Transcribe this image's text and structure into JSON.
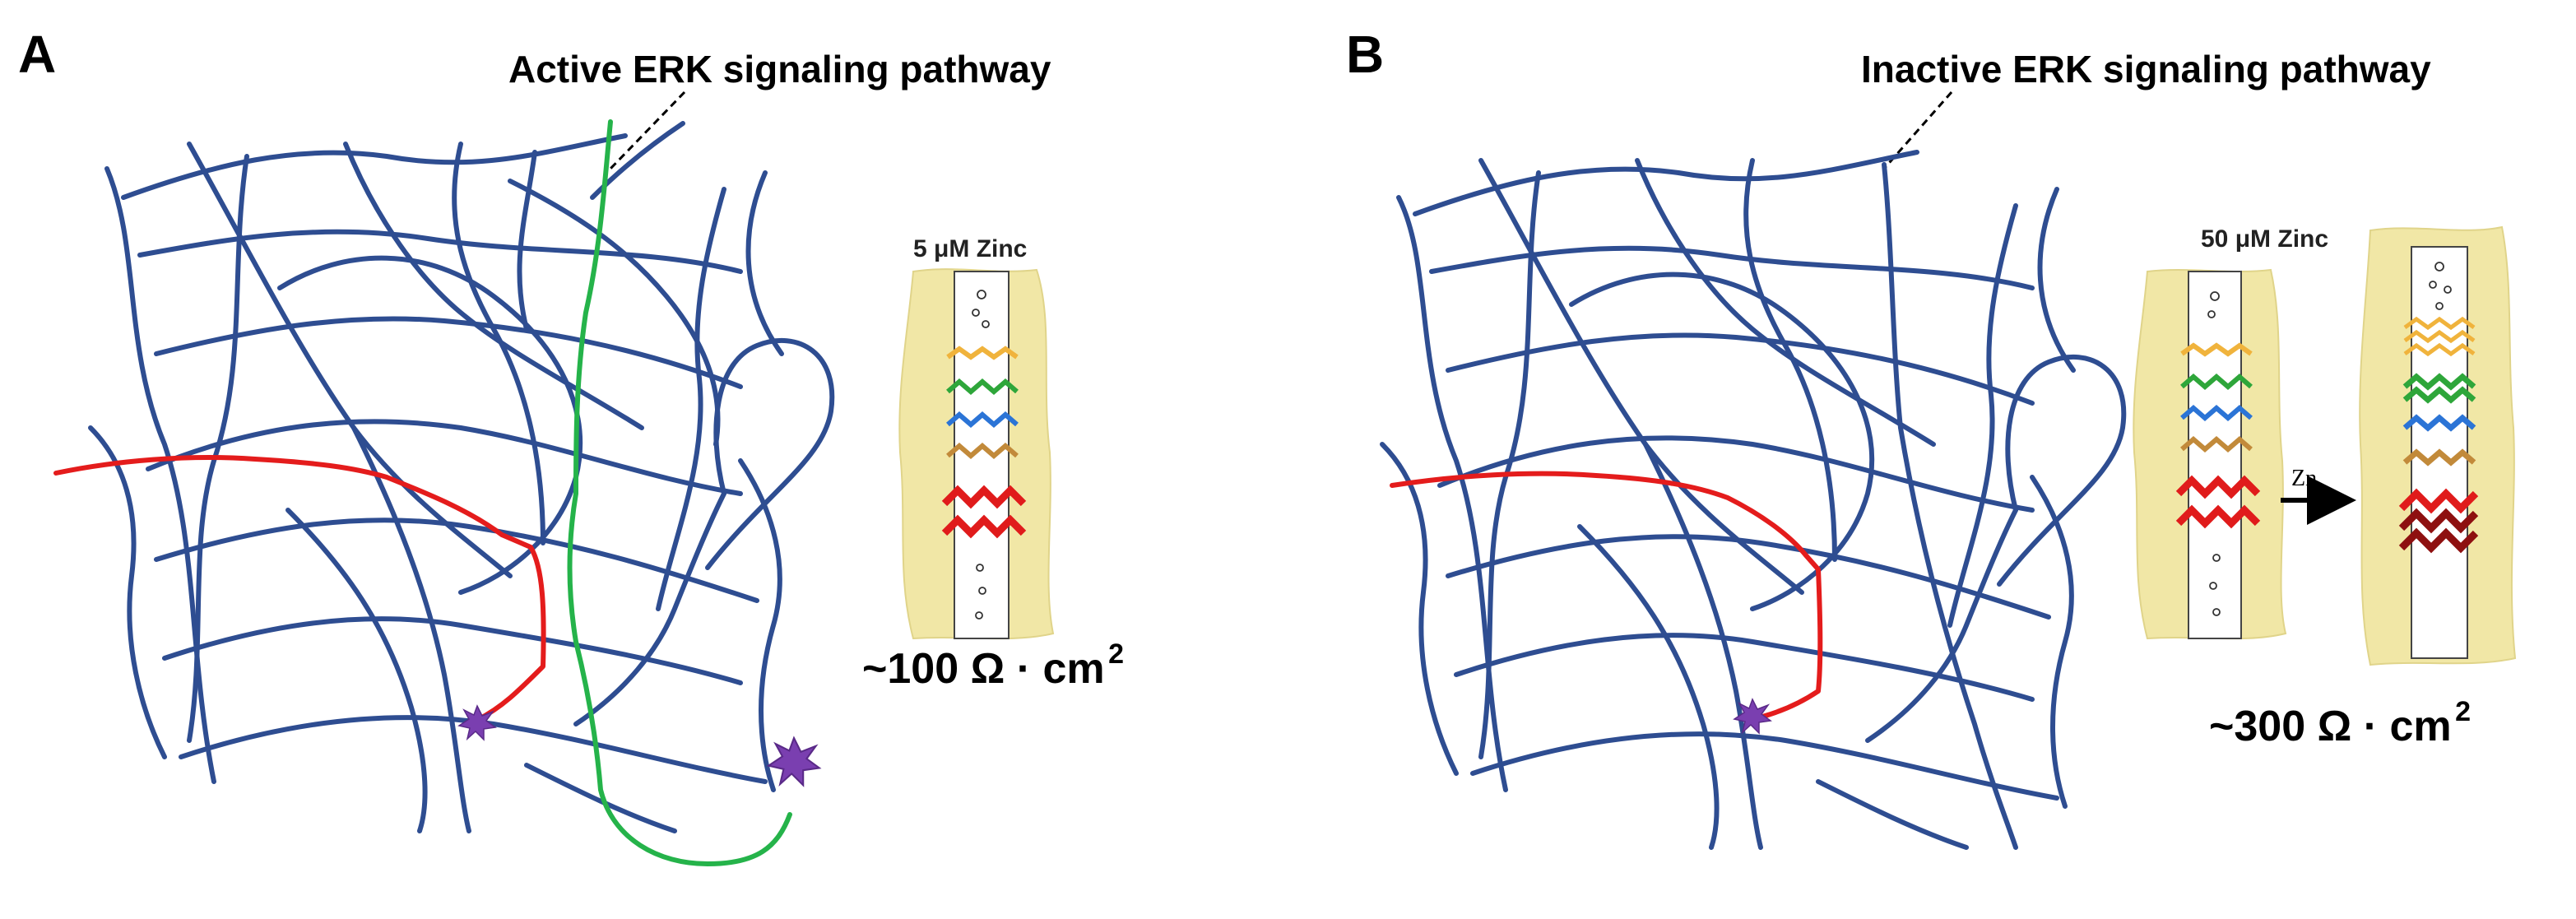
{
  "panels": [
    {
      "letter": "A",
      "pathway_label": "Active ERK signaling pathway",
      "zinc_label": "5 μM Zinc",
      "resistance_value": "~100 Ω · cm",
      "resistance_exponent": "2",
      "colors": {
        "network": "#2e4d91",
        "red_path": "#e41c1c",
        "green_path": "#25b34a",
        "node": "#7a3fb0"
      }
    },
    {
      "letter": "B",
      "pathway_label": "Inactive ERK signaling pathway",
      "zinc_label": "50 μM Zinc",
      "arrow_label": "Zn",
      "resistance_value": "~300 Ω · cm",
      "resistance_exponent": "2",
      "colors": {
        "network": "#2e4d91",
        "red_path": "#e41c1c",
        "node": "#7a3fb0"
      }
    }
  ],
  "junction_band_colors": [
    "#f0b33c",
    "#2ea63a",
    "#2b74d6",
    "#c28a3a",
    "#e01b1b",
    "#e01b1b",
    "#8e1010"
  ]
}
